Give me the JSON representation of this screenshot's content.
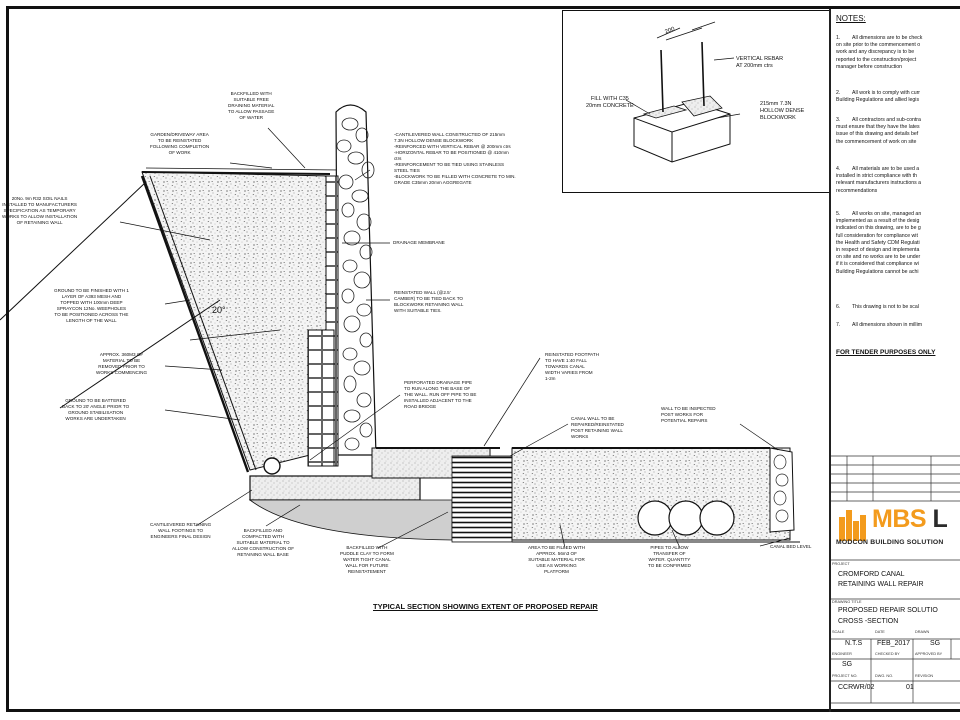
{
  "notes": {
    "title": "NOTES:",
    "items": [
      {
        "num": "1.",
        "text": "All dimensions are to be check\non site prior to the commencement o\nwork and any discrepancy is to be\nreported to the construction/project\nmanager before construction"
      },
      {
        "num": "2.",
        "text": "All work is to comply with curr\nBuilding Regulations and allied legis"
      },
      {
        "num": "3.",
        "text": "All contractors and sub-contra\nmust ensure that they have the lates\nissue of this drawing and details bef\nthe commencement of work on site"
      },
      {
        "num": "4.",
        "text": "All materials are to be used a\ninstalled in strict compliance with th\nrelevant manufacturers instructions a\nrecommendations"
      },
      {
        "num": "5.",
        "text": "All works on site, managed an\nimplemented as a result of the desig\nindicated on this drawing, are to be g\nfull consideration for compliance wit\nthe Health and Safety CDM Regulati\nin respect of design and implementa\non site and no works are to be under\nif it is considered that compliance wi\nBuilding Regulations cannot be achi"
      },
      {
        "num": "6.",
        "text": "This drawing is not to be scal"
      },
      {
        "num": "7.",
        "text": "All dimensions shown in millim"
      }
    ],
    "tender": "FOR TENDER PURPOSES ONLY"
  },
  "title_block": {
    "company": {
      "mbs": "MBS",
      "l": "L",
      "sub": "MODCON BUILDING SOLUTION"
    },
    "project_label": "PROJECT",
    "project": [
      "CROMFORD CANAL",
      "RETAINING WALL REPAIR"
    ],
    "drawing_title_label": "DRAWING TITLE",
    "drawing_title": [
      "PROPOSED REPAIR SOLUTIO",
      "CROSS -SECTION"
    ],
    "scale_label": "SCALE",
    "date_label": "DATE",
    "drawn_label": "DRAWN",
    "scale": "N.T.S",
    "date": "FEB_2017",
    "drawn": "SG",
    "engineer_label": "ENGINEER",
    "checked_label": "CHECKED BY",
    "approved_label": "APPROVED BY",
    "engineer": "SG",
    "project_no_label": "PROJECT NO.",
    "dwg_no_label": "DWG. NO.",
    "rev_label": "REVISION",
    "project_no": "CCRWR/02",
    "dwg_no": "01"
  },
  "detail": {
    "dimension": "200",
    "rebar": "VERTICAL REBAR\nAT 200mm ctrs",
    "fill": "FILL WITH C35\n20mm CONCRETE",
    "block": "215mm 7.3N\nHOLLOW DENSE\nBLOCKWORK"
  },
  "labels": {
    "backfill_top": "BACKFILLED WITH\nSUITABLE FREE\nDRAINING MATERIAL\nTO ALLOW PASSAGE\nOF WATER",
    "garden": "GARDEN/DRIVEWAY AREA\nTO BE REINSTATED\nFOLLOWING COMPLETION\nOF WORK",
    "soil_nails": "20No. 9m R32 SOIL NAILS\nINSTALLED TO MANUFACTURERS\nSPECIFICATION AS TEMPORARY\nWORKS TO ALLOW INSTALLATION\nOF RETAINING WALL",
    "mesh": "GROUND TO BE FINISHED WITH 1\nLAYER OF A393 MESH AND\nTOPPED WITH 100mm DEEP\nSPRAYCON 12No. WEEPHOLES\nTO BE POSITIONED ACROSS THE\nLENGTH OF THE WALL",
    "remove": "APPROX. 360M3 OF\nMATERIAL TO BE\nREMOVED PRIOR TO\nWORKS COMMENCING",
    "batter": "GROUND TO BE BATTERED\nBACK TO 20' ANGLE PRIOR TO\nGROUND STABILISATION\nWORKS ARE UNDERTAKEN",
    "cantilever_spec": "-CANTILEVERED WALL CONSTRUCTED OF 215mm\n7.3N HOLLOW DENSE BLOCKWORK\n-REINFORCED WITH VERTICAL REBAR @ 200mm ctrs\n-HORIZONTAL REBAR TO BE POSITIONED @ 410mm\nctrs\n-REINFORCEMENT TO BE TIED USING STAINLESS\nSTEEL TIES\n-BLOCKWORK TO BE FILLED WITH CONCRETE TO MIN.\nGRADE C35mm 20mm AGGREGATE",
    "membrane": "DRAINAGE MEMBRANE",
    "reinstated_wall": "REINSTATED WALL (@2.5'\nCAMBER) TO BE TIED BACK TO\nBLOCKWORK RETAINING WALL\nWITH SUITABLE TIES.",
    "footpath": "REINSTATED FOOTPATH\nTO HAVE 1:40 FALL\nTOWARDS CANAL\nWIDTH VARIES FROM\n1-2m",
    "perforated": "PERFORATED DRAINAGE PIPE\nTO RUN ALONG THE BASE OF\nTHE WALL. RUN OFF PIPE TO BE\nINSTALLED ADJACENT TO THE\nROAD BRIDGE",
    "canal_wall": "CANAL WALL TO BE\nREPAIRED/REINSTATED\nPOST RETAINING WALL\nWORKS",
    "inspected": "WALL TO BE INSPECTED\nPOST WORKS FOR\nPOTENTIAL REPAIRS",
    "footing": "CANTILEVERED RETAINING\nWALL FOOTINGS TO\nENGINEERS FINAL DESIGN",
    "backfill_base": "BACKFILLED AND\nCOMPACTED WITH\nSUITABLE MATERIAL TO\nALLOW CONSTRUCTION OF\nRETAINING WALL BASE",
    "puddle": "BACKFILLED WITH\nPUDDLE CLAY TO FORM\nWATER TIGHT CANAL\nWALL FOR FUTURE\nREINSTATEMENT",
    "area_fill": "AREA TO BE FILLED WITH\nAPPROX. 56m3 OF\nSUITABLE MATERIAL FOR\nUSE AS WORKING\nPLATFORM",
    "pipes": "PIPES TO ALLOW\nTRANSFER OF\nWATER. QUANTITY\nTO BE CONFIRMED",
    "canal_bed": "CANAL BED LEVEL",
    "angle": "20°"
  },
  "caption": "TYPICAL SECTION SHOWING EXTENT OF PROPOSED REPAIR"
}
